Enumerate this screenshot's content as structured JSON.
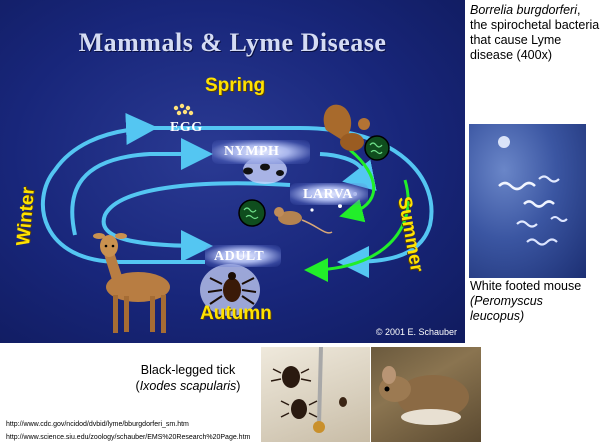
{
  "diagram": {
    "title": "Mammals & Lyme Disease",
    "seasons": {
      "spring": "Spring",
      "summer": "Summer",
      "autumn": "Autumn",
      "winter": "Winter"
    },
    "stages": {
      "egg": "EGG",
      "nymph": "NYMPH",
      "larva": "LARVA",
      "adult": "ADULT"
    },
    "copyright": "© 2001 E. Schauber",
    "colors": {
      "background": "#18267a",
      "cycle_arrow": "#54c6f2",
      "transfer_arrow": "#22ee2a",
      "season_text": "#ffe200"
    }
  },
  "borrelia": {
    "name": "Borrelia burgdorferi",
    "description": ", the spirochetal bacteria that cause Lyme disease (400x)"
  },
  "mouse": {
    "common_name": "White footed mouse",
    "scientific_name": "(Peromyscus leucopus)"
  },
  "tick": {
    "common_name": "Black-legged tick",
    "open_paren": "(",
    "scientific_name": "Ixodes scapularis",
    "close_paren": ")"
  },
  "sources": [
    "http://www.cdc.gov/ncidod/dvbid/lyme/bburgdorferi_sm.htm",
    "http://www.science.siu.edu/zoology/schauber/EMS%20Research%20Page.htm"
  ]
}
